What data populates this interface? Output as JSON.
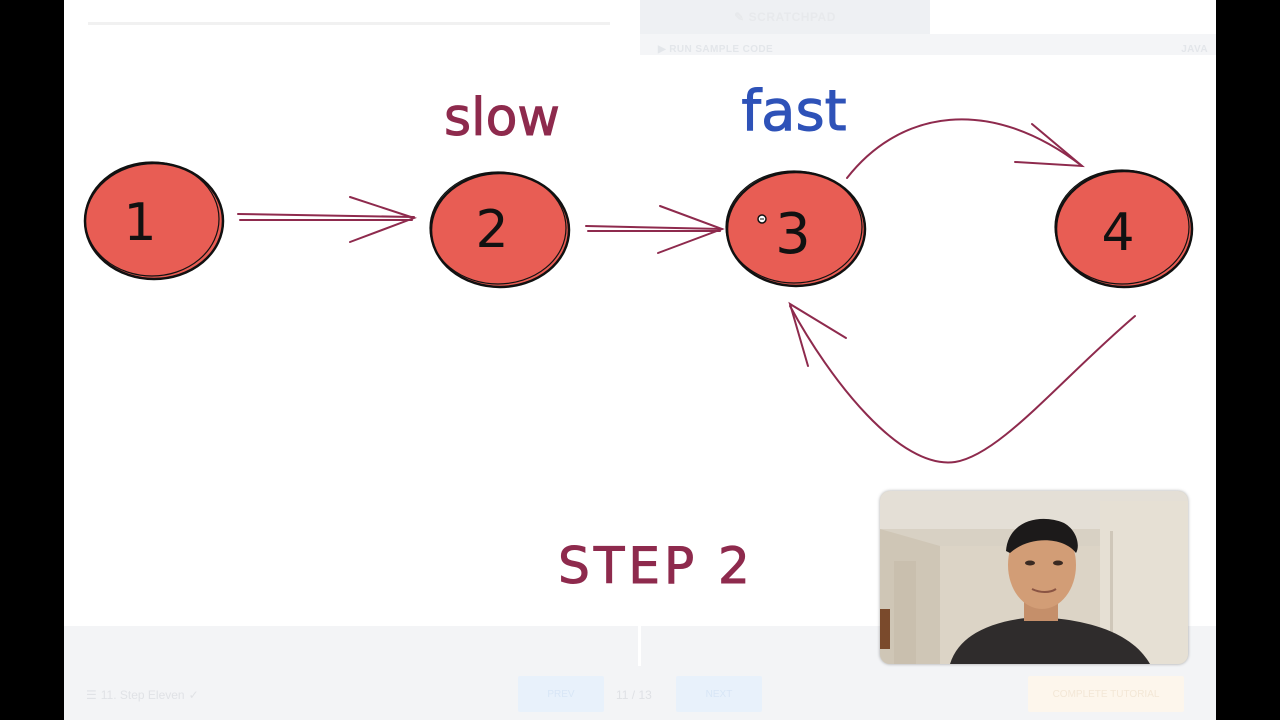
{
  "app": {
    "scratchpad_tab": "SCRATCHPAD",
    "run_label": "RUN SAMPLE CODE",
    "language": "JAVA",
    "step_title": "11. Step Eleven",
    "prev_label": "PREV",
    "page_counter": "11 / 13",
    "next_label": "NEXT",
    "complete_label": "COMPLETE TUTORIAL"
  },
  "diagram": {
    "nodes": [
      {
        "id": "1",
        "label": "1"
      },
      {
        "id": "2",
        "label": "2"
      },
      {
        "id": "3",
        "label": "3"
      },
      {
        "id": "4",
        "label": "4"
      }
    ],
    "edges": [
      {
        "from": "1",
        "to": "2"
      },
      {
        "from": "2",
        "to": "3"
      },
      {
        "from": "3",
        "to": "4"
      },
      {
        "from": "4",
        "to": "3"
      }
    ],
    "pointers": {
      "slow": {
        "label": "slow",
        "node": "2",
        "color": "#8e2a4d"
      },
      "fast": {
        "label": "fast",
        "node": "3",
        "color": "#2e52b8"
      }
    },
    "caption": "STEP 2",
    "colors": {
      "node_fill": "#e85d54",
      "node_outline": "#111111",
      "arrow": "#8e2a4d"
    }
  },
  "icons": {
    "scratchpad": "pencil-icon",
    "run": "play-icon",
    "menu": "menu-icon",
    "check": "check-icon",
    "cursor": "cursor-icon"
  }
}
